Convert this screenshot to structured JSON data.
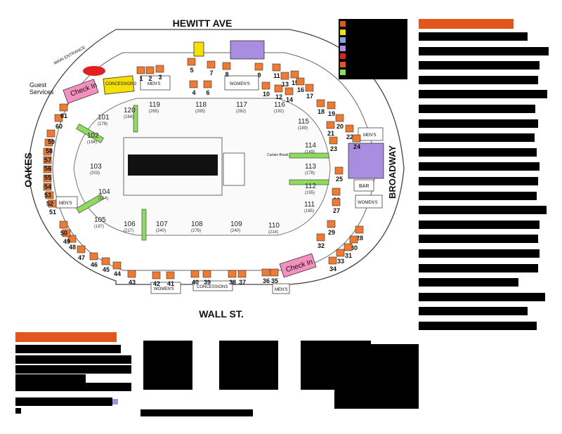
{
  "streets": {
    "north": "HEWITT AVE",
    "east": "BROADWAY",
    "south": "WALL ST.",
    "west": "OAKES"
  },
  "labels": {
    "main_entrance": "MAIN ENTRANCE",
    "guest_services_1": "Guest",
    "guest_services_2": "Services",
    "check_in": "Check In",
    "concessions": "CONCESSIONS",
    "mens": "MEN'S",
    "womens": "WOMEN'S",
    "bar": "BAR",
    "tunnel": "Curtain Break"
  },
  "sections": [
    {
      "num": "101",
      "cap": "(178)"
    },
    {
      "num": "102",
      "cap": "(194)"
    },
    {
      "num": "103",
      "cap": "(203)"
    },
    {
      "num": "104",
      "cap": "(164)"
    },
    {
      "num": "105",
      "cap": "(187)"
    },
    {
      "num": "106",
      "cap": "(217)"
    },
    {
      "num": "107",
      "cap": "(240)"
    },
    {
      "num": "108",
      "cap": "(276)"
    },
    {
      "num": "109",
      "cap": "(240)"
    },
    {
      "num": "110",
      "cap": "(214)"
    },
    {
      "num": "111",
      "cap": "(185)"
    },
    {
      "num": "112",
      "cap": "(155)"
    },
    {
      "num": "113",
      "cap": "(178)"
    },
    {
      "num": "114",
      "cap": "(149)"
    },
    {
      "num": "115",
      "cap": "(189)"
    },
    {
      "num": "116",
      "cap": "(192)"
    },
    {
      "num": "117",
      "cap": "(262)"
    },
    {
      "num": "118",
      "cap": "(285)"
    },
    {
      "num": "119",
      "cap": "(265)"
    },
    {
      "num": "120",
      "cap": "(184)"
    }
  ],
  "booths": [
    "1",
    "2",
    "3",
    "4",
    "5",
    "6",
    "7",
    "8",
    "9",
    "10",
    "11",
    "12",
    "13",
    "14",
    "15",
    "16",
    "17",
    "18",
    "19",
    "20",
    "21",
    "22",
    "23",
    "24",
    "25",
    "26",
    "27",
    "28",
    "29",
    "30",
    "31",
    "32",
    "33",
    "34",
    "35",
    "36",
    "37",
    "38",
    "39",
    "40",
    "41",
    "42",
    "43",
    "44",
    "45",
    "46",
    "47",
    "48",
    "49",
    "50",
    "51",
    "52",
    "53",
    "54",
    "55",
    "56",
    "57",
    "58",
    "59",
    "60",
    "61"
  ],
  "legend_colors": [
    "#e0561d",
    "#f5e100",
    "#7ea6e0",
    "#a88ee0",
    "#e02020",
    "#e0561d",
    "#8edc5e"
  ],
  "colors": {
    "orange": "#f07a30",
    "blue": "#7ea6e0",
    "yellow": "#f5e100",
    "purple": "#a88ee0",
    "green": "#8edc5e",
    "pink": "#f48fc0",
    "red": "#e02020",
    "header": "#e0561d"
  }
}
